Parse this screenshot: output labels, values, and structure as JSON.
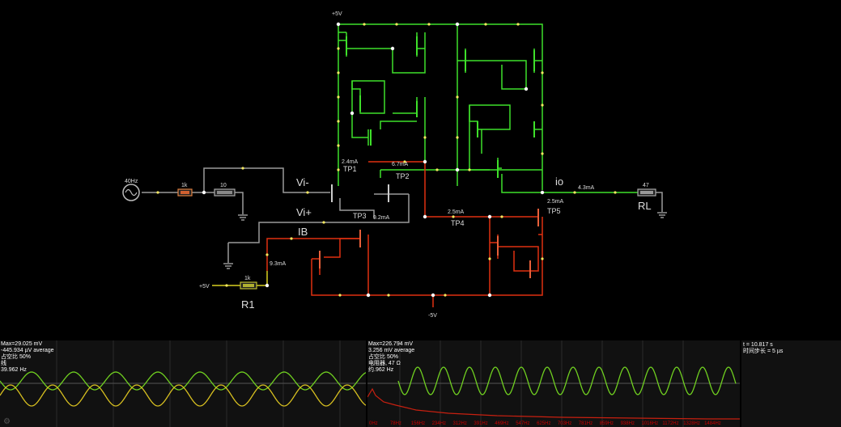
{
  "circuit": {
    "supply_pos": "+5V",
    "supply_neg": "-5V",
    "source_freq": "40Hz",
    "r_source": "1k",
    "r_series": "10",
    "r_bias": "1k",
    "r_bias_name": "R1",
    "bias_supply": "+5V",
    "load_value": "47",
    "load_name": "RL",
    "node_vminus": "Vi-",
    "node_vplus": "Vi+",
    "node_ib": "IB",
    "node_io": "io",
    "tp1": "TP1",
    "tp2": "TP2",
    "tp3": "TP3",
    "tp4": "TP4",
    "tp5": "TP5",
    "i_tp1": "2.4mA",
    "i_tp2": "6.7mA",
    "i_tp3": "9.2mA",
    "i_tp4": "2.5mA",
    "i_tp5": "2.5mA",
    "i_load": "4.3mA",
    "i_bias": "9.3mA"
  },
  "scope1": {
    "line1": "Max=29.025 mV",
    "line2": "-445.934 µV average",
    "line3": "占空比 50%",
    "line4": "线",
    "line5": "39.962 Hz"
  },
  "scope2": {
    "line1": "Max=226.794 mV",
    "line2": "3.256 mV average",
    "line3": "占空比 50%",
    "line4": "电阻器, 47 Ω",
    "line5": "约.962 Hz"
  },
  "scope3": {
    "line1": "t = 10.817 s",
    "line2": "时间步长 = 5 µs"
  },
  "freq_axis": [
    "0Hz",
    "78Hz",
    "156Hz",
    "234Hz",
    "312Hz",
    "391Hz",
    "469Hz",
    "547Hz",
    "625Hz",
    "703Hz",
    "781Hz",
    "859Hz",
    "938Hz",
    "1016Hz",
    "1172Hz",
    "1328Hz",
    "1484Hz"
  ],
  "colors": {
    "wire_green": "#3ee02a",
    "wire_red": "#e03010",
    "wire_gray": "#9a9a9a",
    "wire_yellow": "#d8d020",
    "trace_green": "#70d020",
    "trace_yellow": "#d8c020"
  },
  "icons": [
    "ac-source-icon",
    "ground-icon",
    "resistor-icon",
    "transistor-icon",
    "gear-icon"
  ]
}
